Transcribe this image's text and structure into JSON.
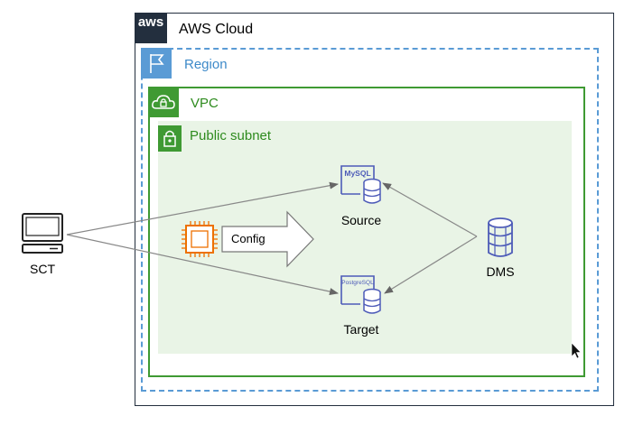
{
  "aws_cloud": {
    "badge": "aws",
    "title": "AWS Cloud"
  },
  "region": {
    "title": "Region"
  },
  "vpc": {
    "title": "VPC"
  },
  "subnet": {
    "title": "Public subnet"
  },
  "nodes": {
    "sct": {
      "label": "SCT",
      "icon": "desktop-computer-icon"
    },
    "source": {
      "label": "Source",
      "icon_text": "MySQL"
    },
    "target": {
      "label": "Target",
      "icon_text": "PostgreSQL"
    },
    "dms": {
      "label": "DMS",
      "icon": "database-migration-icon"
    },
    "config": {
      "label": "Config",
      "icon": "ec2-instance-icon"
    }
  },
  "colors": {
    "aws_dark": "#232F3E",
    "region_blue": "#5A9BD5",
    "vpc_green": "#3F9A33",
    "subnet_fill": "#E9F4E6",
    "db_purple": "#4D5BB8",
    "ec2_orange": "#ED7100"
  }
}
